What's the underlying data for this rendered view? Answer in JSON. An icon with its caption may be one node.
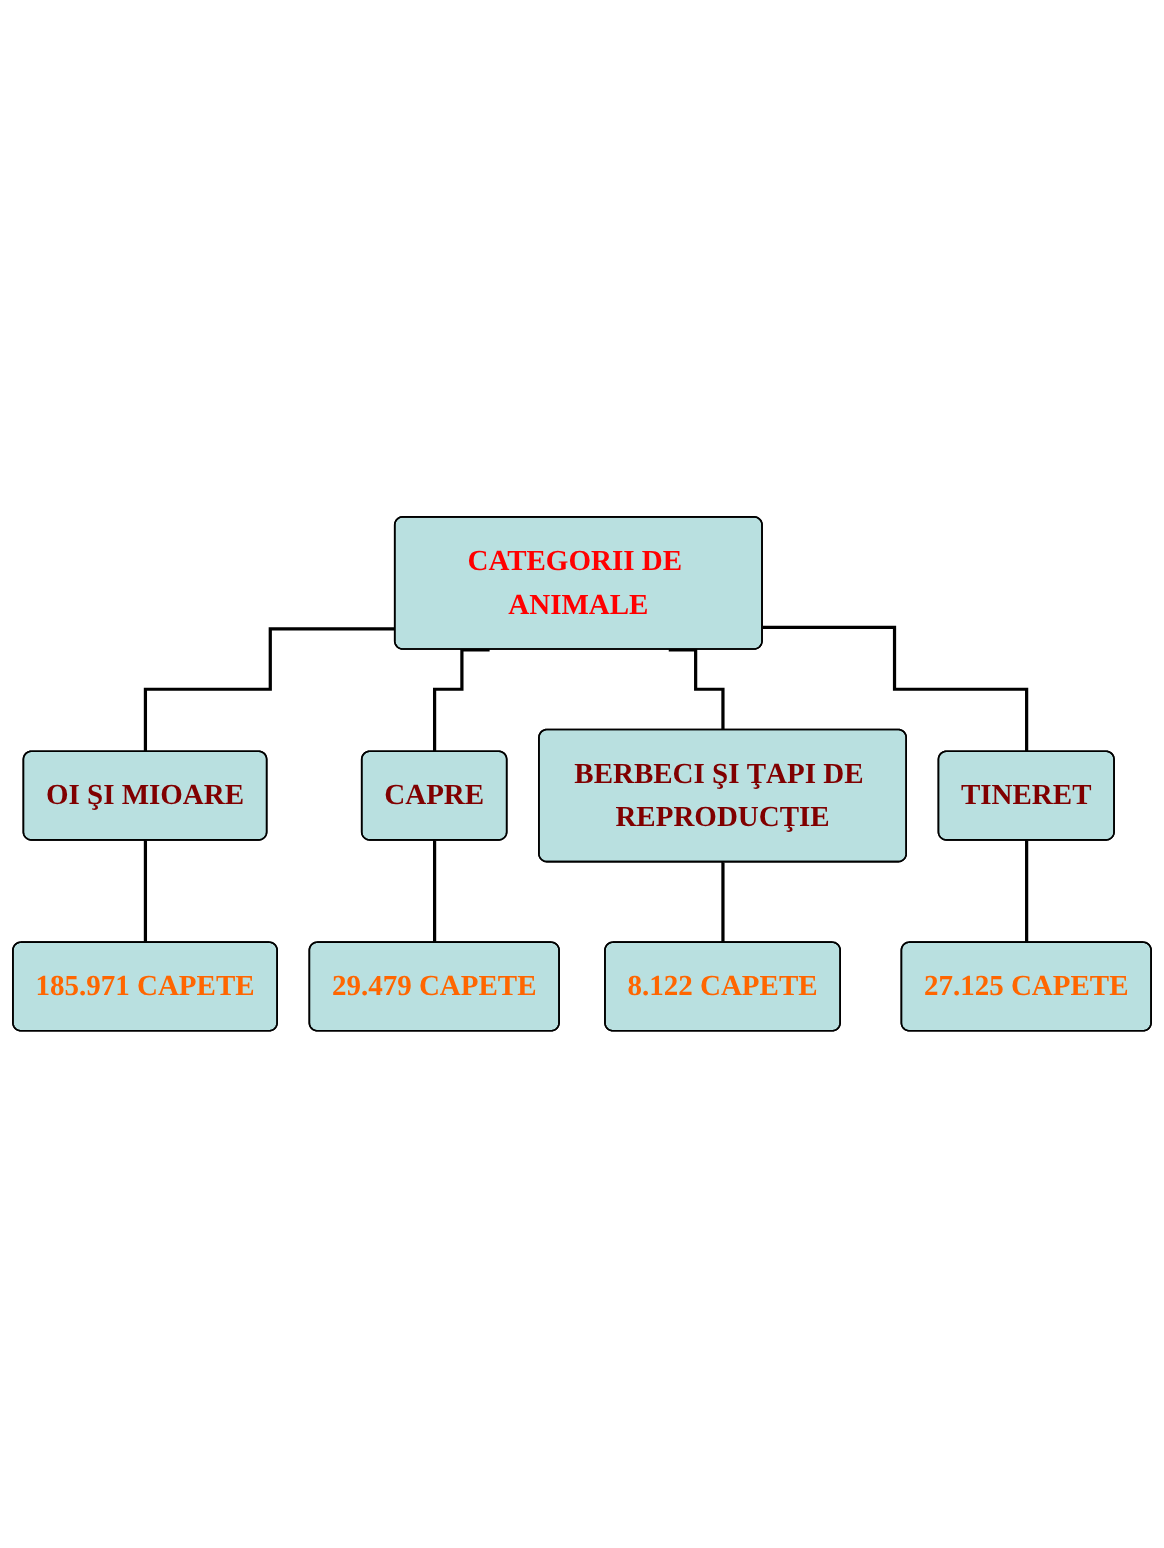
{
  "diagram": {
    "nodes": [
      {
        "text": [
          "CATEGORII DE ANIMALE"
        ]
      },
      {
        "text": [
          "OI ŞI MIOARE"
        ]
      },
      {
        "text": [
          "CAPRE"
        ]
      },
      {
        "text": [
          "185.971 CAPETE"
        ]
      },
      {
        "text": [
          "29.479 CAPETE"
        ]
      },
      {
        "text": [
          "BERBECI ŞI ŢAPI DE REPRODUCŢIE"
        ]
      },
      {
        "text": [
          "TINERET"
        ]
      },
      {
        "text": [
          "8.122 CAPETE"
        ]
      },
      {
        "text": [
          "27.125 CAPETE"
        ]
      }
    ],
    "edges": [
      {
        "from": 0,
        "to": 1,
        "arrow": "none"
      },
      {
        "from": 0,
        "to": 2,
        "arrow": "none"
      },
      {
        "from": 0,
        "to": 5,
        "arrow": "none"
      },
      {
        "from": 0,
        "to": 6,
        "arrow": "none"
      },
      {
        "from": 1,
        "to": 3,
        "arrow": "none"
      },
      {
        "from": 2,
        "to": 4,
        "arrow": "none"
      },
      {
        "from": 5,
        "to": 7,
        "arrow": "none"
      },
      {
        "from": 6,
        "to": 8,
        "arrow": "none"
      }
    ]
  }
}
